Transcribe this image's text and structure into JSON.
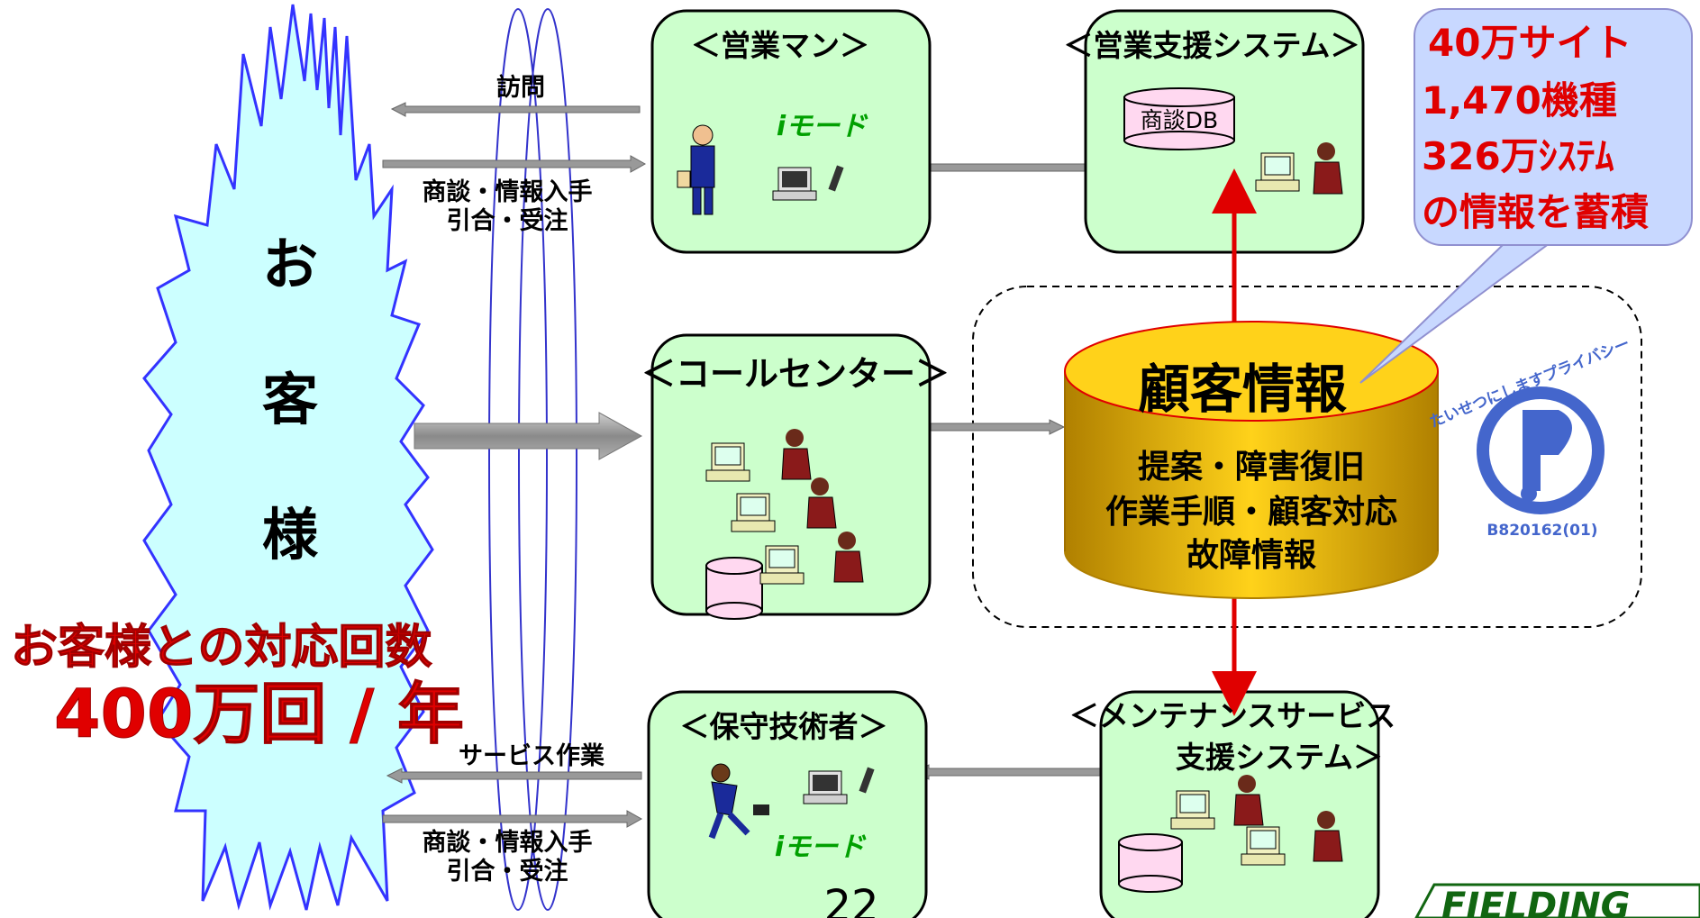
{
  "customer": {
    "line1": "お",
    "line2": "客",
    "line3": "様"
  },
  "stats": {
    "count_label": "お客様との対応回数",
    "count_value": "400万回 / 年"
  },
  "arrows_top": {
    "visit": "訪問",
    "business1": "商談・情報入手",
    "business2": "引合・受注"
  },
  "arrows_bottom": {
    "service": "サービス作業",
    "business1": "商談・情報入手",
    "business2": "引合・受注"
  },
  "sales": {
    "title": "＜営業マン＞",
    "imode": "iモード"
  },
  "sales_system": {
    "title": "＜営業支援システム＞",
    "db_label": "商談DB"
  },
  "callcenter": {
    "title": "＜コールセンター＞"
  },
  "maintainer": {
    "title": "＜保守技術者＞",
    "imode": "iモード"
  },
  "maintenance_system": {
    "title1": "＜メンテナンスサービス",
    "title2": "支援システム＞"
  },
  "core_db": {
    "title": "顧客情報",
    "line1": "提案・障害復旧",
    "line2": "作業手順・顧客対応",
    "line3": "故障情報"
  },
  "callout": {
    "line1": "40万サイト",
    "line2": "1,470機種",
    "line3": "326万ｼｽﾃﾑ",
    "line4": "の情報を蓄積"
  },
  "privacy_mark": {
    "text": "たいせつにしますプライバシー",
    "code": "B820162(01)"
  },
  "page_number": "22",
  "logo_text": "FIELDING",
  "colors": {
    "box_fill": "#ccffcc",
    "accent_red": "#e00000",
    "db_gold": "#e8b800",
    "callout_blue": "#c8d8ff"
  }
}
